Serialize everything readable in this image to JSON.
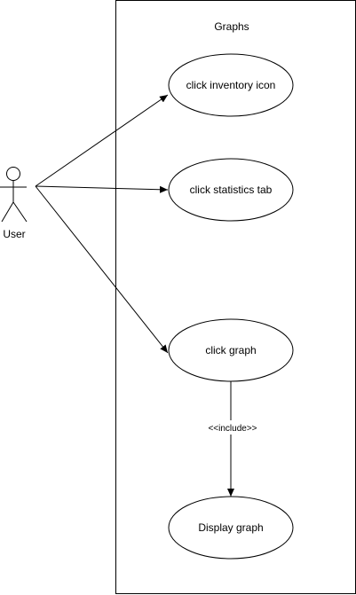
{
  "system": {
    "title": "Graphs"
  },
  "actor": {
    "label": "User"
  },
  "use_cases": [
    {
      "id": "uc1",
      "label": "click inventory icon"
    },
    {
      "id": "uc2",
      "label": "click statistics tab"
    },
    {
      "id": "uc3",
      "label": "click graph"
    },
    {
      "id": "uc4",
      "label": "Display graph"
    }
  ],
  "relationships": [
    {
      "from": "actor",
      "to": "uc1",
      "type": "association"
    },
    {
      "from": "actor",
      "to": "uc2",
      "type": "association"
    },
    {
      "from": "actor",
      "to": "uc3",
      "type": "association"
    },
    {
      "from": "uc3",
      "to": "uc4",
      "type": "include",
      "label": "<<include>>"
    }
  ],
  "colors": {
    "stroke": "#000000",
    "fill": "#ffffff"
  }
}
